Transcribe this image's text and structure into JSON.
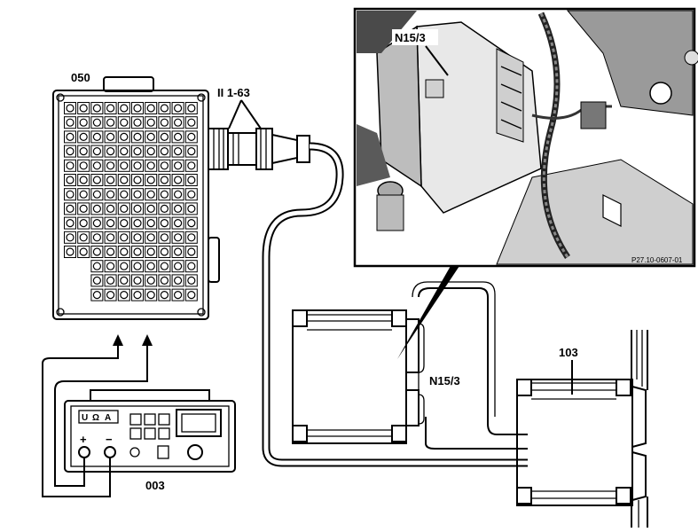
{
  "labels": {
    "adapter": "050",
    "connector": "II 1-63",
    "meter": "003",
    "module": "N15/3",
    "module_photo": "N15/3",
    "harness_module": "103",
    "photo_ref": "P27.10-0607-01"
  },
  "meter_panel": {
    "mode_u": "U",
    "mode_ohm": "Ω",
    "mode_a": "A",
    "plus": "+",
    "minus": "−"
  }
}
